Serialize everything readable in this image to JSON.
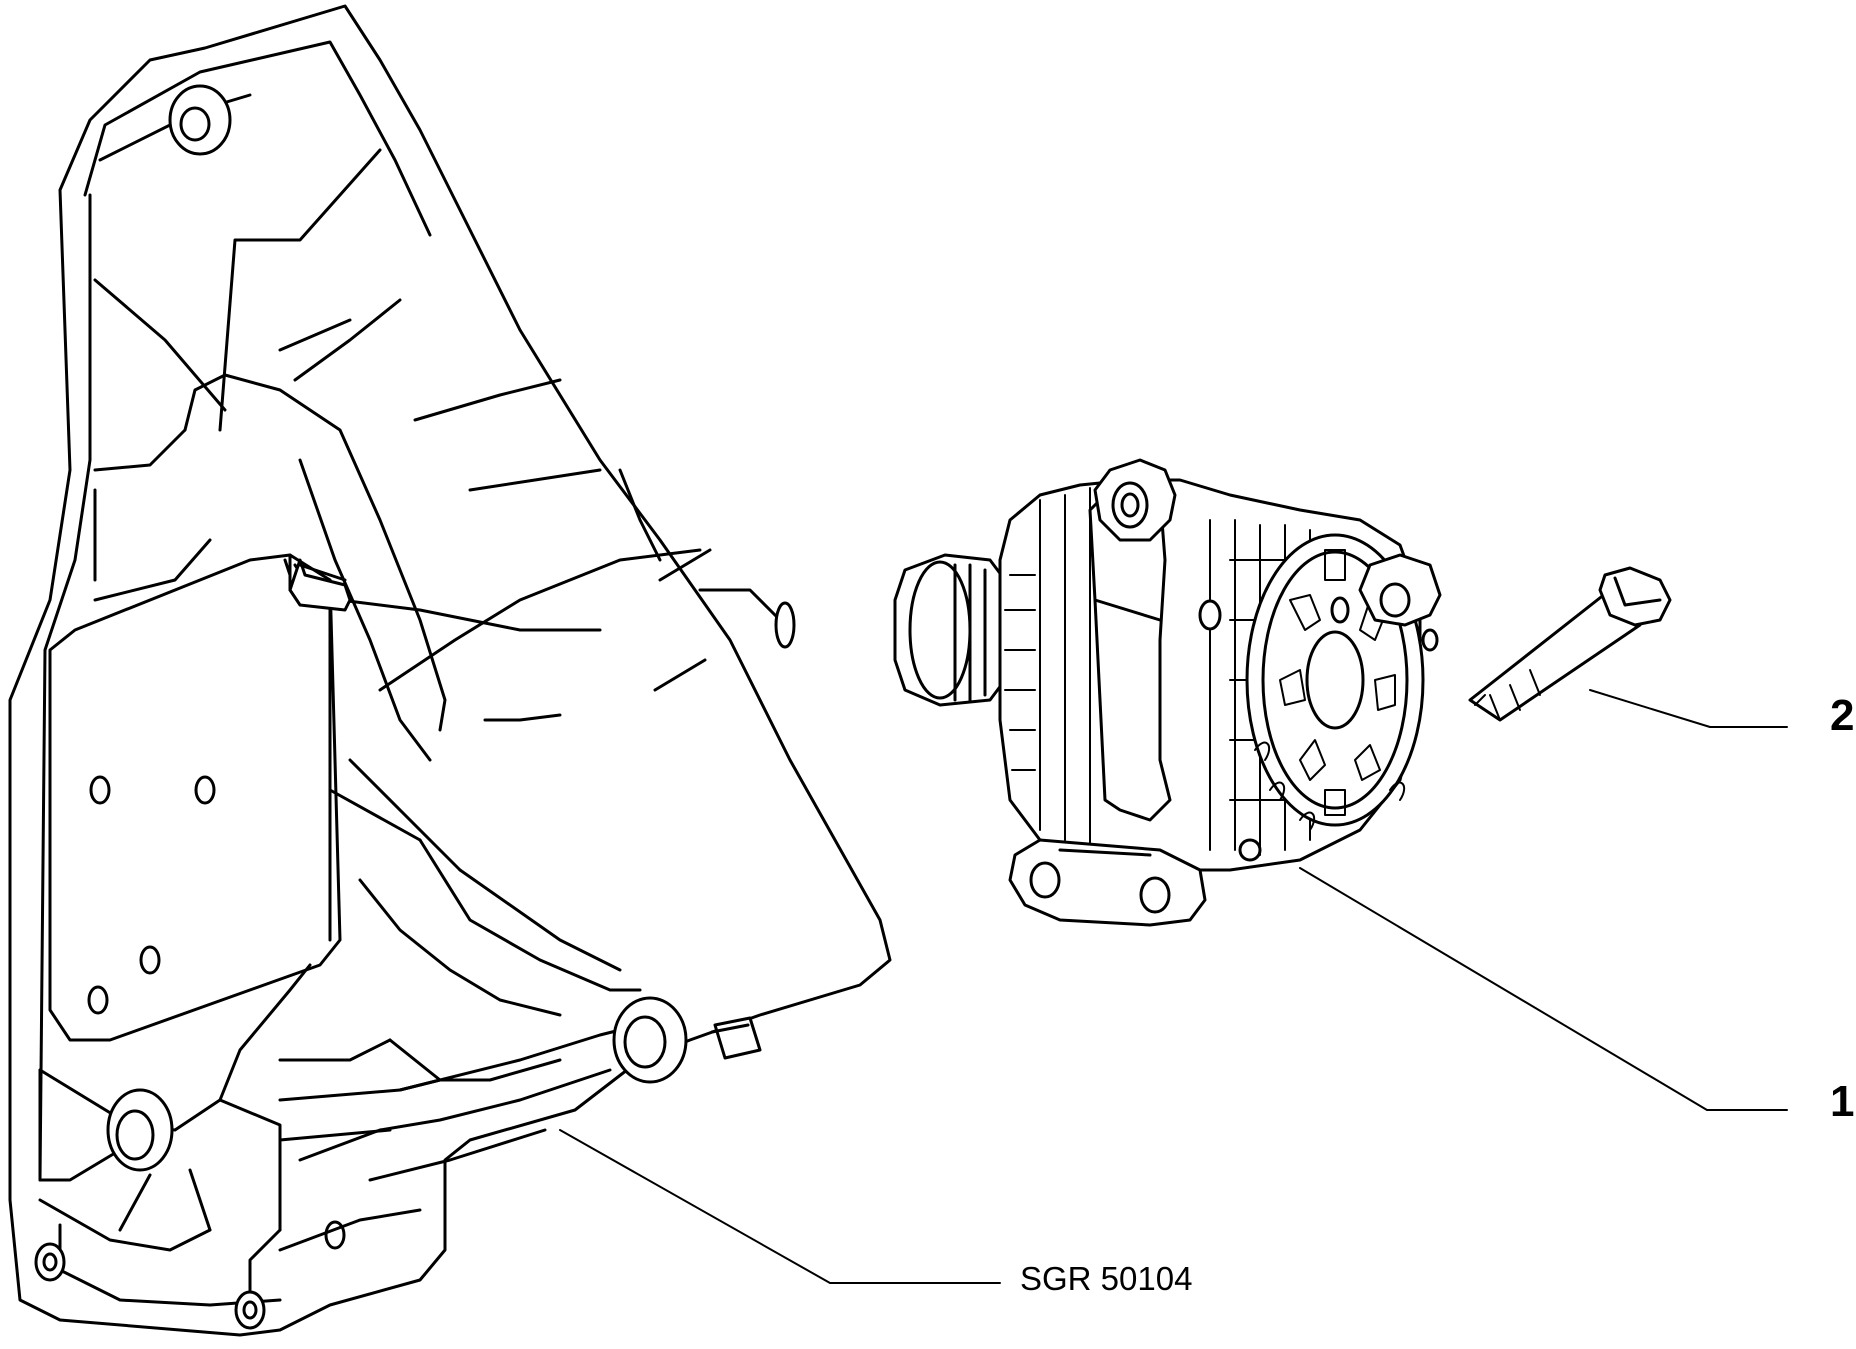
{
  "callouts": [
    {
      "id": "item-1",
      "label": "1"
    },
    {
      "id": "item-2",
      "label": "2"
    }
  ],
  "reference": {
    "label": "SGR 50104"
  },
  "colors": {
    "line": "#000000",
    "background": "#ffffff"
  }
}
